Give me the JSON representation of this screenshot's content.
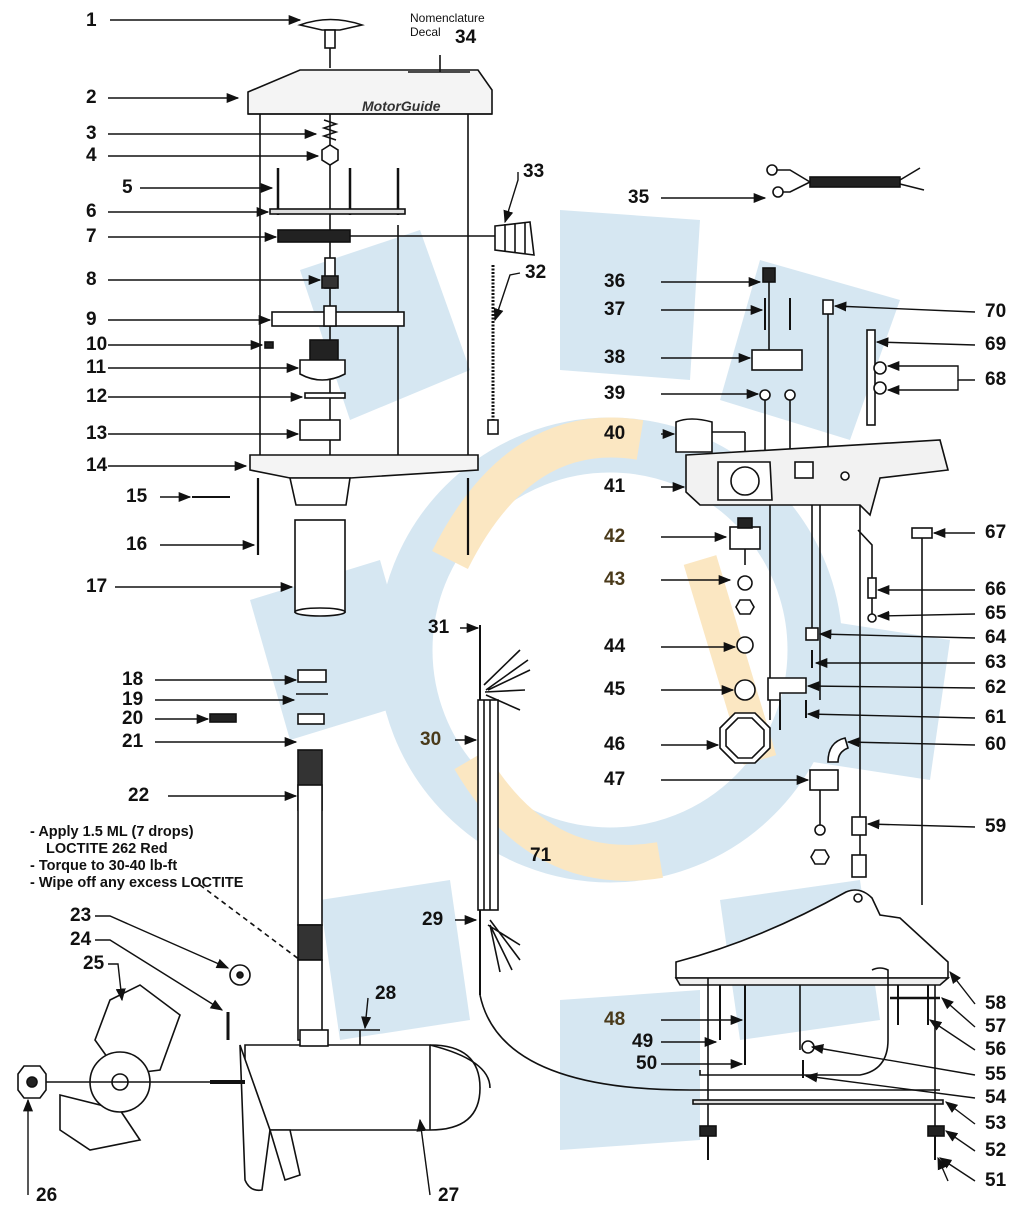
{
  "diagram": {
    "brand_text": "MotorGuide",
    "decal_label_line1": "Nomenclature",
    "decal_label_line2": "Decal",
    "notes": [
      "- Apply 1.5 ML (7 drops)",
      "LOCTITE 262 Red",
      "- Torque to 30-40 lb-ft",
      "- Wipe off any excess LOCTITE"
    ],
    "callouts": {
      "c1": "1",
      "c2": "2",
      "c3": "3",
      "c4": "4",
      "c5": "5",
      "c6": "6",
      "c7": "7",
      "c8": "8",
      "c9": "9",
      "c10": "10",
      "c11": "11",
      "c12": "12",
      "c13": "13",
      "c14": "14",
      "c15": "15",
      "c16": "16",
      "c17": "17",
      "c18": "18",
      "c19": "19",
      "c20": "20",
      "c21": "21",
      "c22": "22",
      "c23": "23",
      "c24": "24",
      "c25": "25",
      "c26": "26",
      "c27": "27",
      "c28": "28",
      "c29": "29",
      "c30": "30",
      "c31": "31",
      "c32": "32",
      "c33": "33",
      "c34": "34",
      "c35": "35",
      "c36": "36",
      "c37": "37",
      "c38": "38",
      "c39": "39",
      "c40": "40",
      "c41": "41",
      "c42": "42",
      "c43": "43",
      "c44": "44",
      "c45": "45",
      "c46": "46",
      "c47": "47",
      "c48": "48",
      "c49": "49",
      "c50": "50",
      "c51": "51",
      "c52": "52",
      "c53": "53",
      "c54": "54",
      "c55": "55",
      "c56": "56",
      "c57": "57",
      "c58": "58",
      "c59": "59",
      "c60": "60",
      "c61": "61",
      "c62": "62",
      "c63": "63",
      "c64": "64",
      "c65": "65",
      "c66": "66",
      "c67": "67",
      "c68": "68",
      "c69": "69",
      "c70": "70",
      "c71": "71"
    }
  },
  "colors": {
    "line": "#111111",
    "part_fill": "#ffffff",
    "part_shade": "#e6e6e6",
    "watermark_blue": "#cfe3f0",
    "watermark_yellow": "#fbe3b8",
    "label_alt": "#4a3a1a"
  }
}
